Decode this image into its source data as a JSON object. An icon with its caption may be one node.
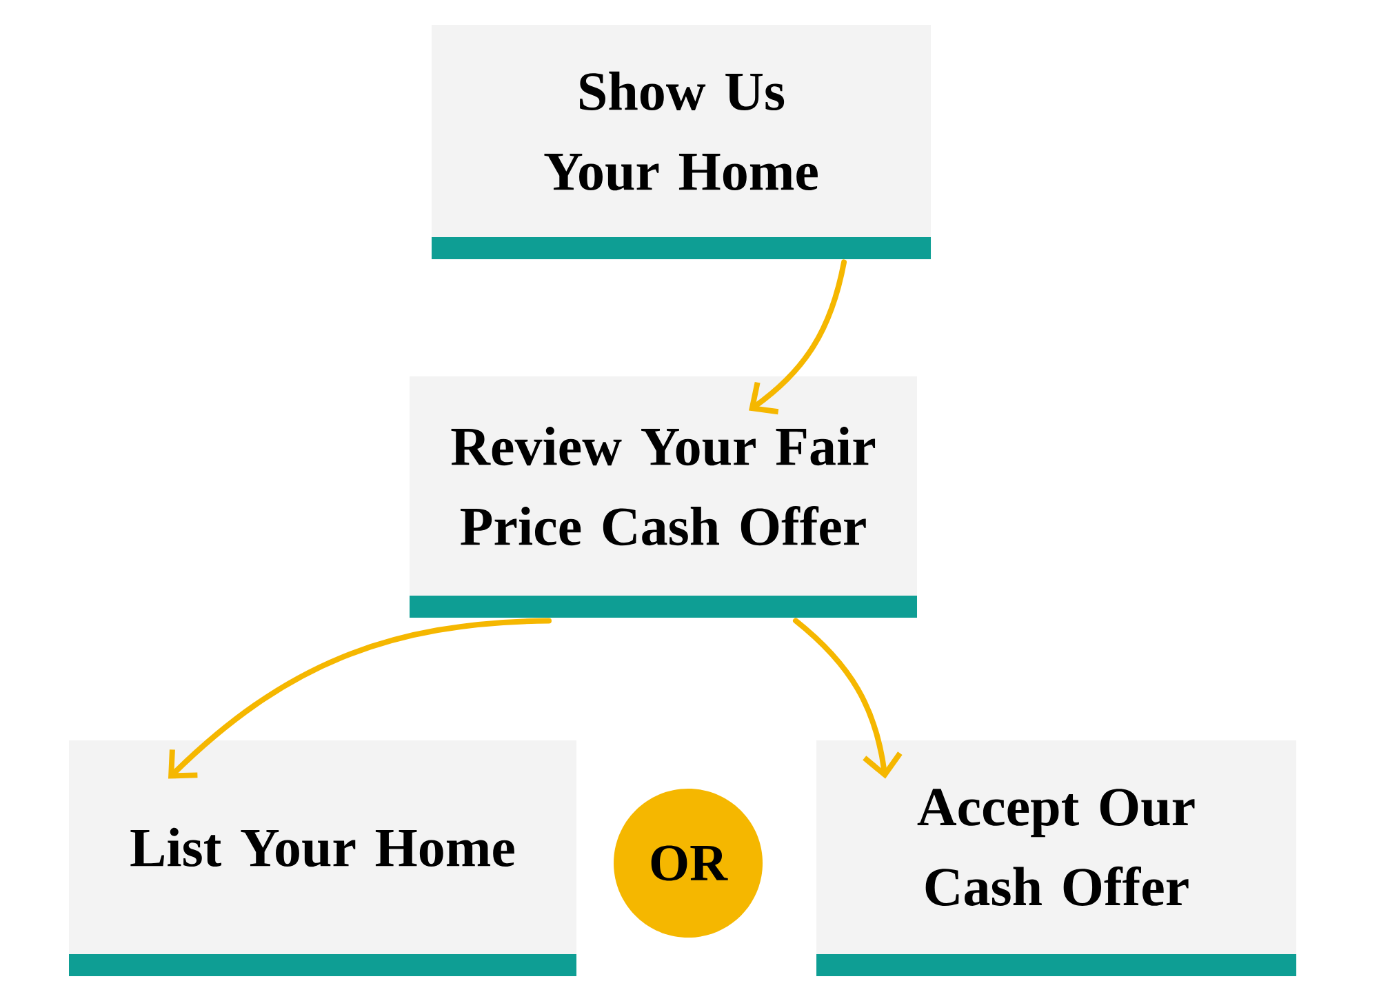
{
  "diagram": {
    "nodes": [
      {
        "text": [
          "Show Us Your Home"
        ]
      },
      {
        "text": [
          "Review Your Fair Price Cash Offer"
        ]
      },
      {
        "text": [
          "List Your Home"
        ]
      },
      {
        "text": [
          "OR"
        ]
      },
      {
        "text": [
          "Accept Our Cash Offer"
        ]
      }
    ],
    "edges": [
      {
        "from": 0,
        "to": 1,
        "arrow": "to"
      },
      {
        "from": 1,
        "to": 2,
        "arrow": "to"
      },
      {
        "from": 1,
        "to": 4,
        "arrow": "to"
      }
    ]
  }
}
